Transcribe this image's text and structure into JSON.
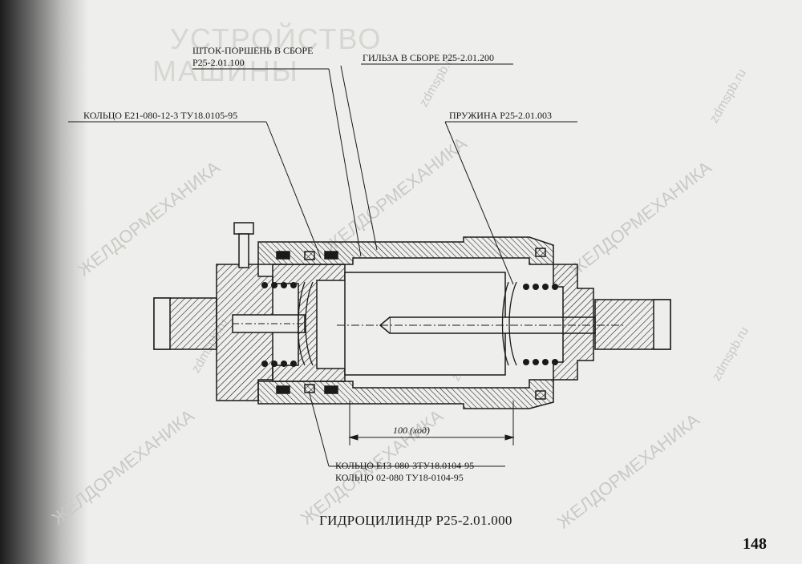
{
  "labels": {
    "rod_piston": [
      "ШТОК-ПОРШЕНЬ В СБОРЕ",
      "Р25-2.01.100"
    ],
    "sleeve": "ГИЛЬЗА В СБОРЕ Р25-2.01.200",
    "ring_top": "КОЛЬЦО Е21-080-12-3 ТУ18.0105-95",
    "spring": "ПРУЖИНА Р25-2.01.003",
    "ring_bottom_1": "КОЛЬЦО Е13-080-3ТУ18.0104-95",
    "ring_bottom_2": "КОЛЬЦО 02-080 ТУ18-0104-95",
    "stroke": "100 (ход)"
  },
  "title": "ГИДРОЦИЛИНДР Р25-2.01.000",
  "page_number": "148",
  "background_heading": [
    "УСТРОЙСТВО",
    "МАШИНЫ"
  ],
  "watermarks": {
    "brand": "ЖЕЛДОРМЕХАНИКА",
    "site": "zdmspb.ru"
  },
  "colors": {
    "ink": "#1a1a1a",
    "paper": "#eeeeec",
    "watermark": "#c9c9c6"
  }
}
